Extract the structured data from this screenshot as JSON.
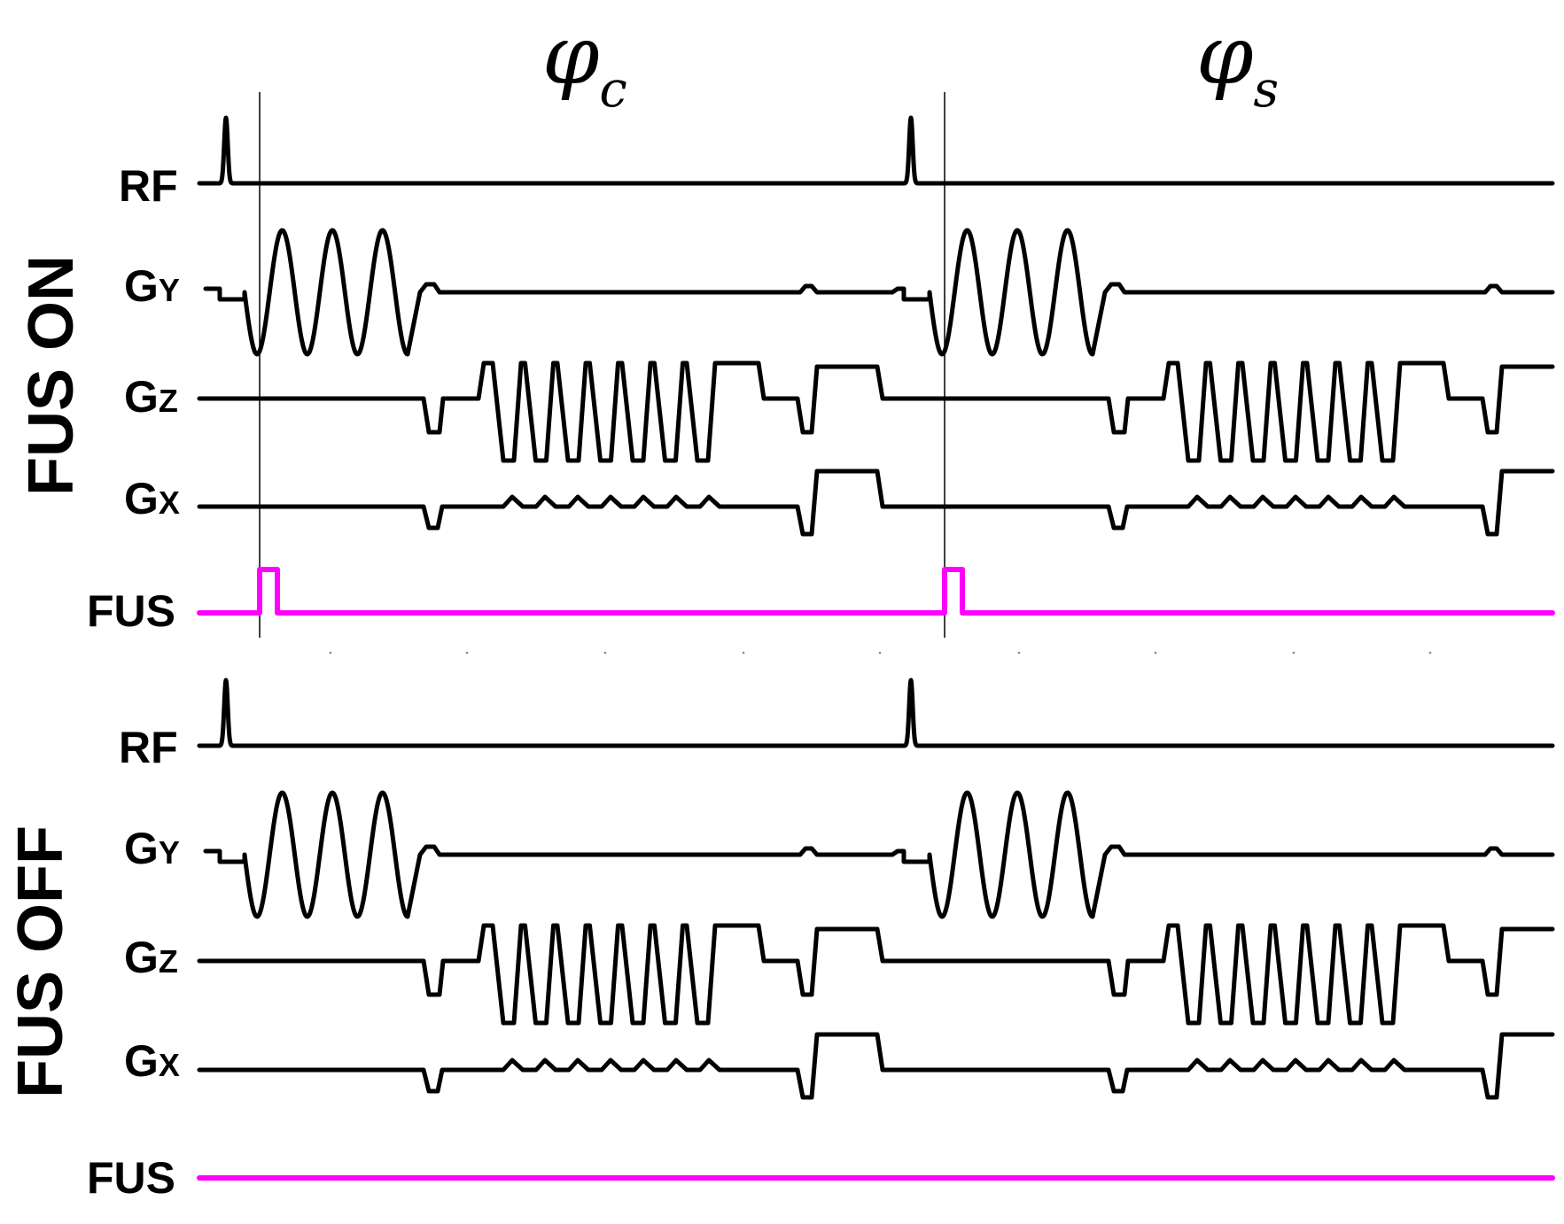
{
  "phase_labels": {
    "first": {
      "symbol": "φ",
      "subscript": "c"
    },
    "second": {
      "symbol": "φ",
      "subscript": "s"
    }
  },
  "panels": [
    {
      "title": "FUS ON",
      "channels": {
        "rf": {
          "main": "RF",
          "sub": ""
        },
        "gy": {
          "main": "G",
          "sub": "Y"
        },
        "gz": {
          "main": "G",
          "sub": "Z"
        },
        "gx": {
          "main": "G",
          "sub": "X"
        },
        "fus": {
          "main": "FUS",
          "sub": ""
        }
      },
      "fus_pulses": true
    },
    {
      "title": "FUS OFF",
      "channels": {
        "rf": {
          "main": "RF",
          "sub": ""
        },
        "gy": {
          "main": "G",
          "sub": "Y"
        },
        "gz": {
          "main": "G",
          "sub": "Z"
        },
        "gx": {
          "main": "G",
          "sub": "X"
        },
        "fus": {
          "main": "FUS",
          "sub": ""
        }
      },
      "fus_pulses": false
    }
  ],
  "colors": {
    "gradient_trace": "#000000",
    "fus_trace": "#ff00ff"
  }
}
